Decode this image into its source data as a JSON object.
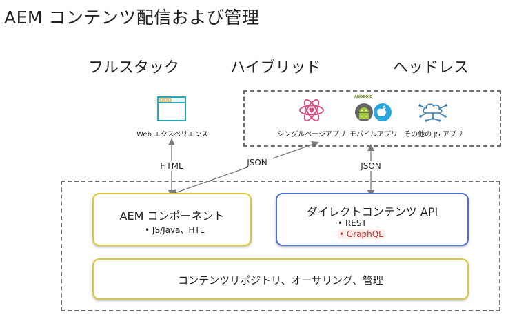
{
  "title": "AEM コンテンツ配信および管理",
  "columns": {
    "fullstack": "フルスタック",
    "hybrid": "ハイブリッド",
    "headless": "ヘッドレス"
  },
  "web_experience": {
    "label": "Web エクスペリエンス",
    "icon": "browser-window-icon"
  },
  "apps": {
    "spa": {
      "label": "シングルページアプリ",
      "icon": "react-atom-icon"
    },
    "mobile": {
      "label": "モバイルアプリ",
      "icon": "android-apple-icon",
      "badge": "ANDROID"
    },
    "other_js": {
      "label": "その他の JS アプリ",
      "icon": "cloud-network-icon"
    }
  },
  "connectors": {
    "html": "HTML",
    "json_left": "JSON",
    "json_right": "JSON"
  },
  "components": {
    "title": "AEM コンポーネント",
    "bullet": "JS/Java、HTL"
  },
  "api": {
    "title": "ダイレクトコンテンツ API",
    "bullets": [
      "REST",
      "GraphQL"
    ]
  },
  "repository": {
    "label": "コンテンツリポジトリ、オーサリング、管理"
  },
  "colors": {
    "component_border": "#dcc839",
    "api_border": "#4f6fd8",
    "dashed_border": "#6f6f6f",
    "graphql_text": "#c0362c"
  }
}
